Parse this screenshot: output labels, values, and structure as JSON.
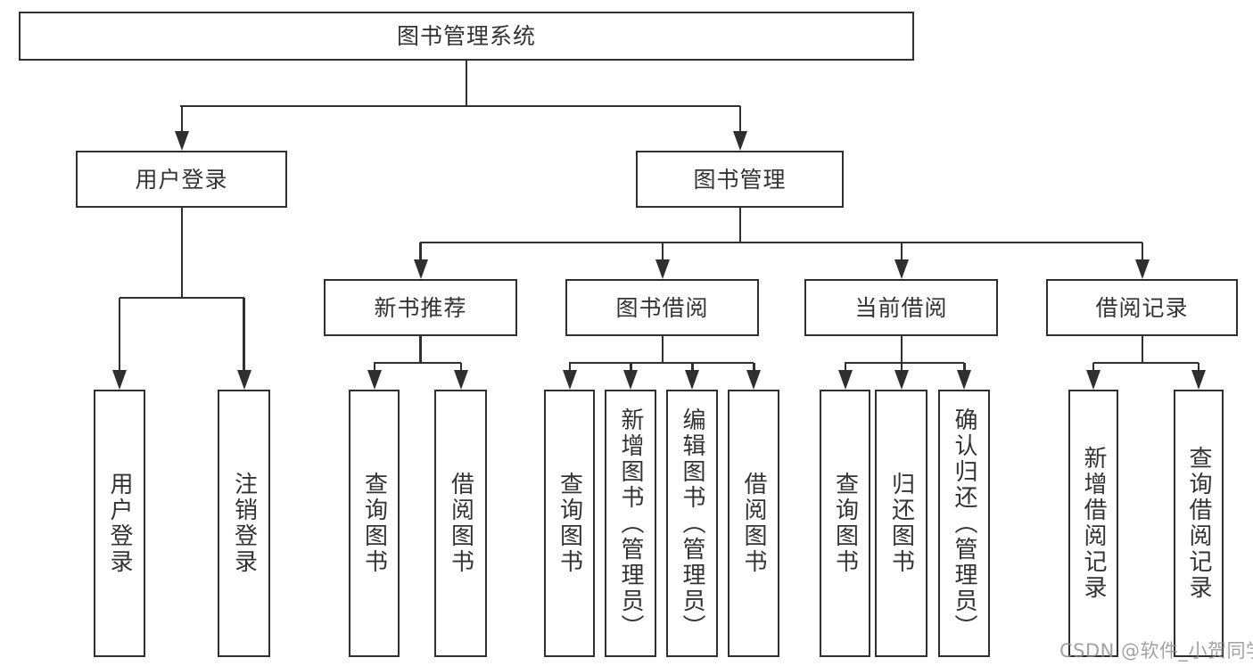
{
  "diagram": {
    "title": "图书管理系统",
    "type": "hierarchy-tree",
    "colors": {
      "line": "#2f2f2f",
      "text": "#333333",
      "box_fill": "#ffffff",
      "background": "#ffffff",
      "watermark": "#8e8e8e"
    },
    "watermark": "CSDN @软件_小贺同学",
    "nodes": {
      "root": {
        "label": "图书管理系统"
      },
      "user_login": {
        "label": "用户登录"
      },
      "book_mgmt": {
        "label": "图书管理"
      },
      "new_book_rec": {
        "label": "新书推荐"
      },
      "book_borrow": {
        "label": "图书借阅"
      },
      "current_borrow": {
        "label": "当前借阅"
      },
      "borrow_records": {
        "label": "借阅记录"
      },
      "leaf_user_login": {
        "label": "用户登录"
      },
      "leaf_logout": {
        "label": "注销登录"
      },
      "leaf_nb_query": {
        "label": "查询图书"
      },
      "leaf_nb_borrow": {
        "label": "借阅图书"
      },
      "leaf_bb_query": {
        "label": "查询图书"
      },
      "leaf_bb_add": {
        "label": "新增图书（管理员）"
      },
      "leaf_bb_edit": {
        "label": "编辑图书（管理员）"
      },
      "leaf_bb_borrow": {
        "label": "借阅图书"
      },
      "leaf_cb_query": {
        "label": "查询图书"
      },
      "leaf_cb_return": {
        "label": "归还图书"
      },
      "leaf_cb_confirm": {
        "label": "确认归还（管理员）"
      },
      "leaf_br_add": {
        "label": "新增借阅记录"
      },
      "leaf_br_query": {
        "label": "查询借阅记录"
      }
    },
    "edges": [
      [
        "图书管理系统",
        "用户登录"
      ],
      [
        "图书管理系统",
        "图书管理"
      ],
      [
        "用户登录",
        "用户登录"
      ],
      [
        "用户登录",
        "注销登录"
      ],
      [
        "图书管理",
        "新书推荐"
      ],
      [
        "图书管理",
        "图书借阅"
      ],
      [
        "图书管理",
        "当前借阅"
      ],
      [
        "图书管理",
        "借阅记录"
      ],
      [
        "新书推荐",
        "查询图书"
      ],
      [
        "新书推荐",
        "借阅图书"
      ],
      [
        "图书借阅",
        "查询图书"
      ],
      [
        "图书借阅",
        "新增图书（管理员）"
      ],
      [
        "图书借阅",
        "编辑图书（管理员）"
      ],
      [
        "图书借阅",
        "借阅图书"
      ],
      [
        "当前借阅",
        "查询图书"
      ],
      [
        "当前借阅",
        "归还图书"
      ],
      [
        "当前借阅",
        "确认归还（管理员）"
      ],
      [
        "借阅记录",
        "新增借阅记录"
      ],
      [
        "借阅记录",
        "查询借阅记录"
      ]
    ]
  }
}
